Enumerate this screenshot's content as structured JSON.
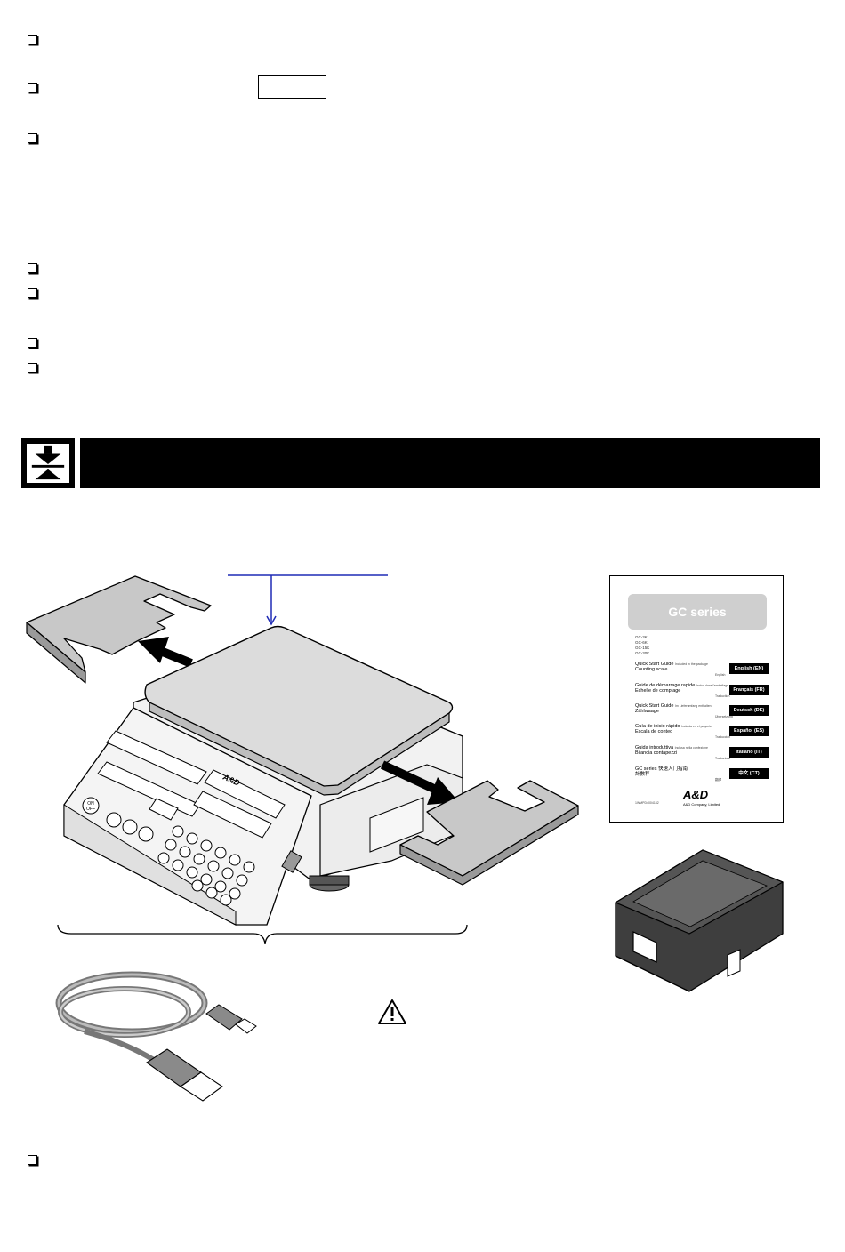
{
  "checklist": {
    "item1": "",
    "item2": "",
    "key_label": "",
    "item3": "",
    "item4": "",
    "item5": "",
    "item6": "",
    "item7": "",
    "item8": ""
  },
  "banner": {
    "icon": "pan-down-arrow-icon",
    "title": ""
  },
  "illustration": {
    "scale_brand": "A&D",
    "on_off": "ON\nOFF"
  },
  "guide": {
    "title": "GC series",
    "models": [
      "GC-3K",
      "GC-6K",
      "GC-15K",
      "GC-30K"
    ],
    "languages": [
      {
        "line1": "Quick Start Guide",
        "note": "Included in the package",
        "line2": "Counting scale",
        "tr": "English",
        "badge": "English    (EN)"
      },
      {
        "line1": "Guide de démarrage rapide",
        "note": "Inclus dans l'emballage",
        "line2": "Echelle de comptage",
        "tr": "Traduction",
        "badge": "Français   (FR)"
      },
      {
        "line1": "Quick Start Guide",
        "note": "Im Lieferumfang enthalten",
        "line2": "Zählwaage",
        "tr": "Übersetzung",
        "badge": "Deutsch    (DE)"
      },
      {
        "line1": "Guía de inicio rápido",
        "note": "Incluida en el paquete",
        "line2": "Escala de conteo",
        "tr": "Traducción",
        "badge": "Español    (ES)"
      },
      {
        "line1": "Guida introduttiva",
        "note": "Inclusa nella confezione",
        "line2": "Bilancia contapezzi",
        "tr": "Traduzione",
        "badge": "Italiano     (IT)"
      },
      {
        "line1": "GC series 快速入门指南",
        "note": "",
        "line2": "計數秤",
        "tr": "翻譯",
        "badge": "中文        (CT)"
      }
    ],
    "code": "1WMPD4004132",
    "logo": "A&D",
    "company": "A&D Company, Limited"
  },
  "colors": {
    "pointer_line": "#1f2bb5",
    "banner_bg": "#000000",
    "platform_gray": "#c8c8c8",
    "guide_title_bg": "#cfcfcf"
  }
}
